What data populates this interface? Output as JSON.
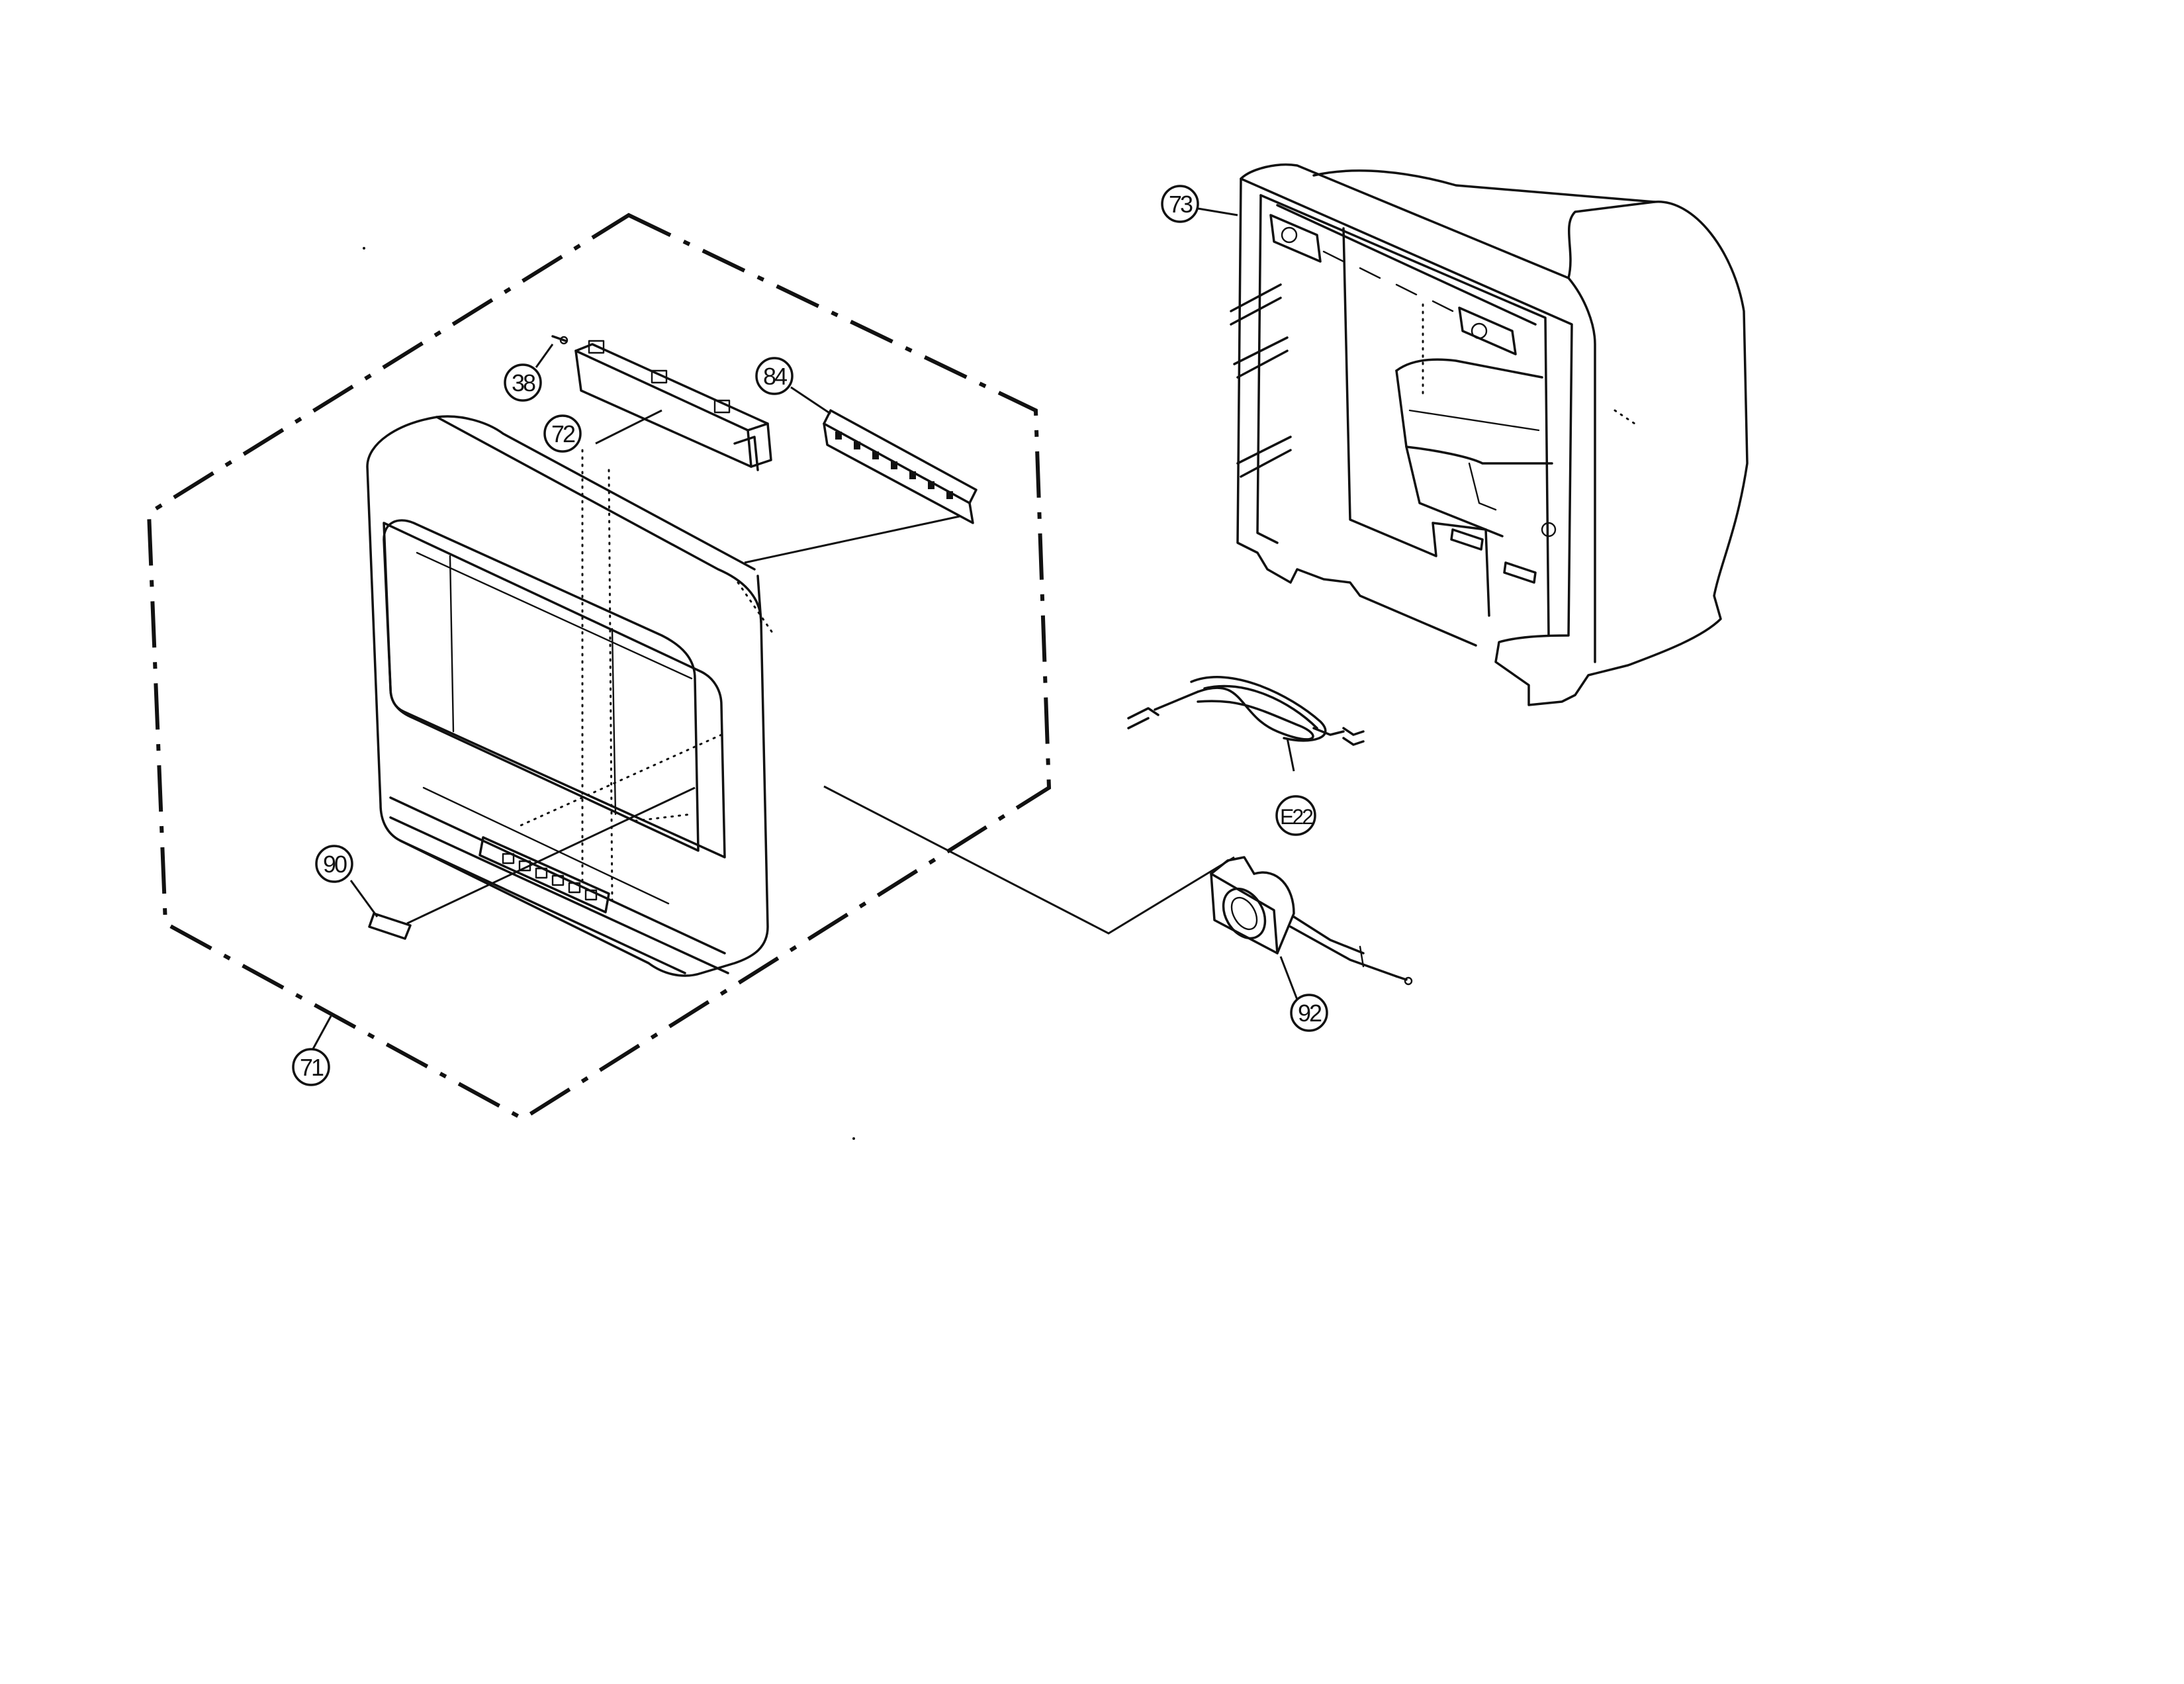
{
  "callouts": [
    {
      "id": "c38",
      "label": "38"
    },
    {
      "id": "c72",
      "label": "72"
    },
    {
      "id": "c84",
      "label": "84"
    },
    {
      "id": "c73",
      "label": "73"
    },
    {
      "id": "c90",
      "label": "90"
    },
    {
      "id": "c71",
      "label": "71"
    },
    {
      "id": "cE22",
      "label": "E22"
    },
    {
      "id": "c92",
      "label": "92"
    }
  ],
  "colors": {
    "ink": "#111111",
    "paper": "#ffffff"
  }
}
